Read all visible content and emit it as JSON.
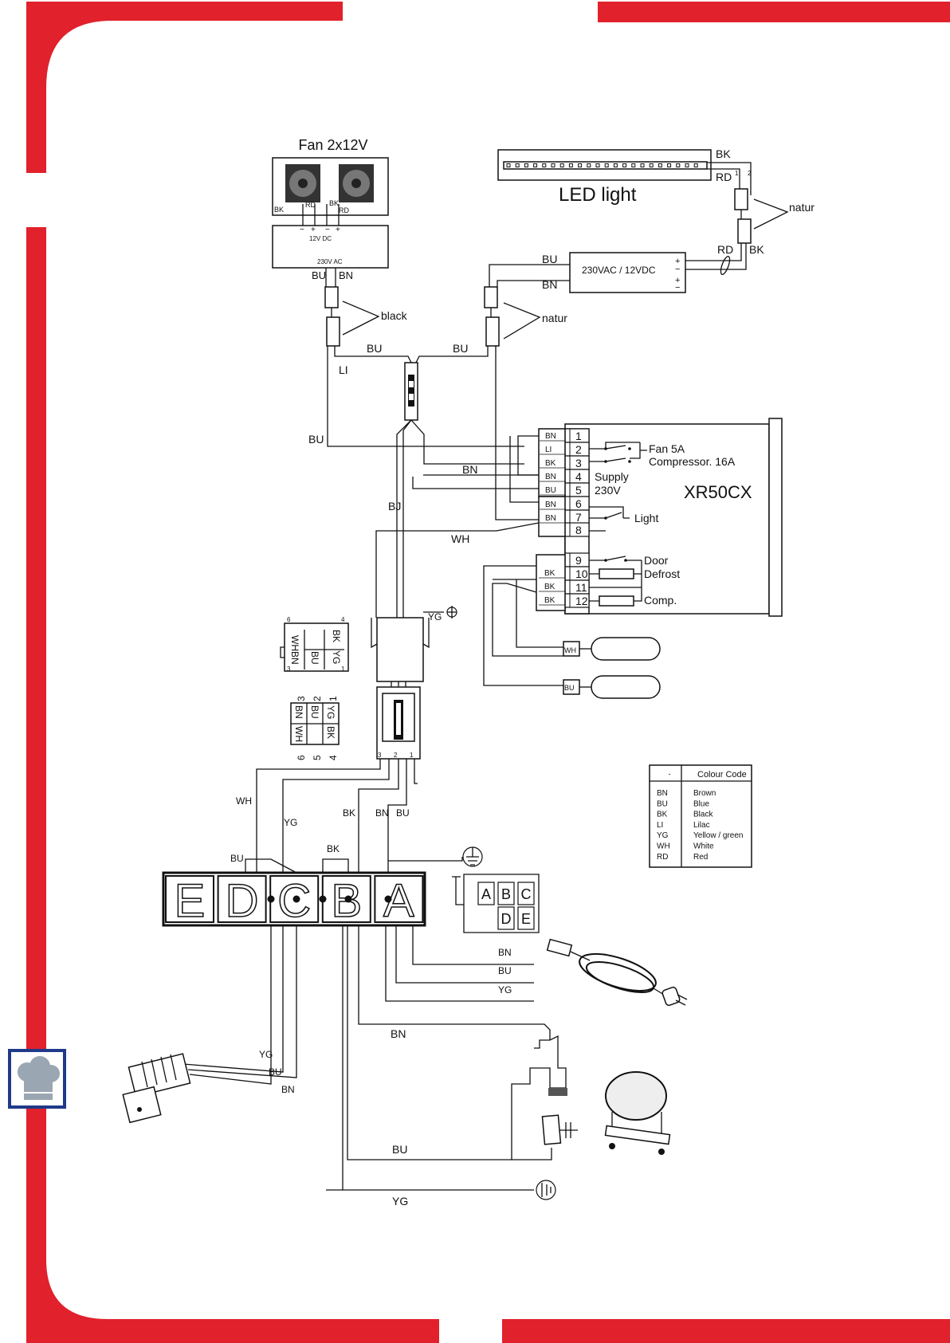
{
  "colors": {
    "frame_red": "#e1212b",
    "line": "#111111",
    "chef_icon_blue": "#1f3a8a",
    "chef_icon_gray": "#9aa6b2"
  },
  "fan_module": {
    "title": "Fan 2x12V",
    "bk": "BK",
    "rd": "RD",
    "minus": "−",
    "plus": "+",
    "dc_label": "12V DC",
    "ac_label": "230V AC",
    "in_bu": "BU",
    "in_bn": "BN"
  },
  "led": {
    "title": "LED light",
    "bk": "BK",
    "rd": "RD",
    "pin1": "1",
    "pin2": "2",
    "natur": "natur",
    "rd2": "RD",
    "bk2": "BK"
  },
  "psu": {
    "label": "230VAC / 12VDC",
    "plus": "+",
    "minus": "−",
    "bu": "BU",
    "bn": "BN"
  },
  "connectors": {
    "black": "black",
    "natur": "natur"
  },
  "wires": {
    "bu": "BU",
    "bn": "BN",
    "bk": "BK",
    "li": "LI",
    "wh": "WH",
    "yg": "YG",
    "bj": "BJ"
  },
  "controller": {
    "model": "XR50CX",
    "left_pins_a": [
      "BN",
      "LI",
      "BK",
      "BN",
      "BU"
    ],
    "left_pins_b": [
      "BN",
      "BN"
    ],
    "left_pins_c": [
      "BK",
      "BK",
      "BK"
    ],
    "terminals": [
      "1",
      "2",
      "3",
      "4",
      "5",
      "6",
      "7",
      "8",
      "9",
      "10",
      "11",
      "12"
    ],
    "fan_label": "Fan   5A",
    "comp_label": "Compressor.  16A",
    "supply_label": "Supply",
    "supply_volt": "230V",
    "light_label": "Light",
    "door_label": "Door",
    "defrost_label": "Defrost",
    "comp2_label": "Comp."
  },
  "probes": {
    "wh": "WH",
    "bu": "BU"
  },
  "plug_top": {
    "cells": [
      "WH",
      "BN",
      "BU",
      "BK",
      "YG"
    ],
    "n6": "6",
    "n3": "3",
    "n4": "4",
    "n1": "1"
  },
  "plug_bottom": {
    "cells": [
      "BN",
      "BU",
      "YG",
      "WH",
      "BK"
    ],
    "top_nums": [
      "3",
      "2",
      "1"
    ],
    "bot_nums": [
      "6",
      "5",
      "4"
    ]
  },
  "pin_nums": {
    "p3": "3",
    "p2": "2",
    "p1": "1"
  },
  "terminal_block": {
    "letters": [
      "E",
      "D",
      "C",
      "B",
      "A"
    ]
  },
  "legend_abc": {
    "letters": [
      "A",
      "B",
      "C",
      "D",
      "E"
    ]
  },
  "colour_code": {
    "dash": "-",
    "title": "Colour Code",
    "rows": [
      {
        "code": "BN",
        "name": "Brown"
      },
      {
        "code": "BU",
        "name": "Blue"
      },
      {
        "code": "BK",
        "name": "Black"
      },
      {
        "code": "LI",
        "name": "Lilac"
      },
      {
        "code": "YG",
        "name": "Yellow / green"
      },
      {
        "code": "WH",
        "name": "White"
      },
      {
        "code": "RD",
        "name": "Red"
      }
    ]
  }
}
